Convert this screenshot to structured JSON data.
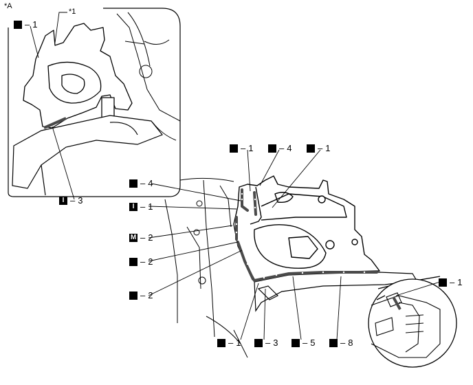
{
  "view_tag": "*A",
  "part_tag": "*1",
  "callouts": [
    {
      "id": "tl-o1",
      "code": "O",
      "num": "1"
    },
    {
      "id": "tl-i3",
      "code": "I",
      "num": "3"
    },
    {
      "id": "top-o1a",
      "code": "O",
      "num": "1"
    },
    {
      "id": "top-o4",
      "code": "O",
      "num": "4"
    },
    {
      "id": "top-o1b",
      "code": "O",
      "num": "1"
    },
    {
      "id": "l-o4",
      "code": "O",
      "num": "4"
    },
    {
      "id": "l-i1",
      "code": "I",
      "num": "1"
    },
    {
      "id": "l-m2",
      "code": "M",
      "num": "2"
    },
    {
      "id": "l-o2a",
      "code": "O",
      "num": "2"
    },
    {
      "id": "l-o2b",
      "code": "O",
      "num": "2"
    },
    {
      "id": "b-o1",
      "code": "O",
      "num": "1"
    },
    {
      "id": "b-o3",
      "code": "O",
      "num": "3"
    },
    {
      "id": "b-o5",
      "code": "O",
      "num": "5"
    },
    {
      "id": "b-o8",
      "code": "O",
      "num": "8"
    },
    {
      "id": "r-o1",
      "code": "O",
      "num": "1"
    }
  ],
  "colors": {
    "line": "#000000",
    "seam": "#4a4a4a",
    "background": "#ffffff"
  }
}
